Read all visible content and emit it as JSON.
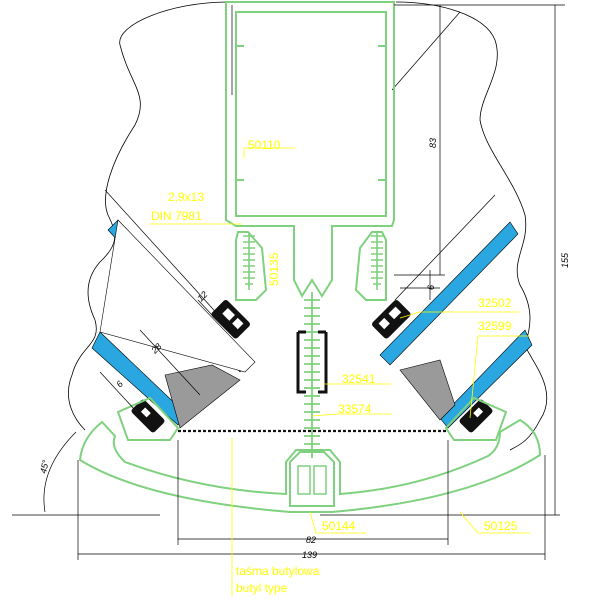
{
  "parts": {
    "p50110": "50110",
    "p50135": "50135",
    "p32502": "32502",
    "p32599": "32599",
    "p32541": "32541",
    "p33574": "33574",
    "p50144": "50144",
    "p50125": "50125"
  },
  "screw": {
    "line1": "2,9x13",
    "line2": "DIN 7981"
  },
  "tape": {
    "line1": "taśma butylowa",
    "line2": "butyl type"
  },
  "dims": {
    "d83": "83",
    "d155": "155",
    "d6a": "6",
    "d12": "12",
    "d28": "28",
    "d6b": "6",
    "d45": "45°",
    "d82": "82",
    "d139": "139"
  },
  "colors": {
    "profile_outline": "#7fd17f",
    "glass": "#2aa7e0",
    "label": "#ffff00",
    "gasket": "#111111",
    "screw": "#7fd17f",
    "insert": "#999999"
  }
}
